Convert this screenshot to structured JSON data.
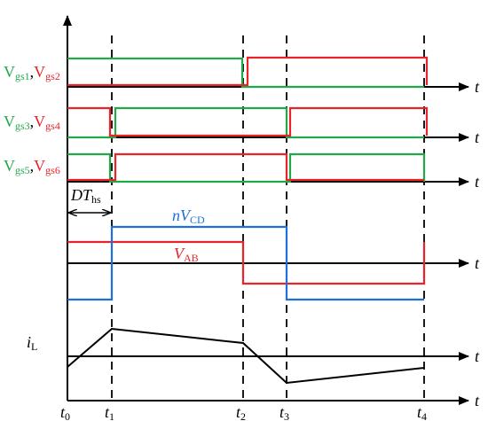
{
  "colors": {
    "axis": "#000000",
    "green": "#22a84a",
    "red": "#e8232a",
    "blue": "#1f6fd6"
  },
  "signals": {
    "gs12": {
      "a": "V",
      "a_sub": "gs1",
      "sep": ",",
      "b": "V",
      "b_sub": "gs2"
    },
    "gs34": {
      "a": "V",
      "a_sub": "gs3",
      "sep": ",",
      "b": "V",
      "b_sub": "gs4"
    },
    "gs56": {
      "a": "V",
      "a_sub": "gs5",
      "sep": ",",
      "b": "V",
      "b_sub": "gs6"
    }
  },
  "labels": {
    "t_axis": "t",
    "dt": "DT",
    "dt_sub": "hs",
    "nvcd_n": "nV",
    "nvcd_sub": "CD",
    "vab": "V",
    "vab_sub": "AB",
    "il": "i",
    "il_sub": "L"
  },
  "time_labels": [
    {
      "name": "t",
      "sub": "0"
    },
    {
      "name": "t",
      "sub": "1"
    },
    {
      "name": "t",
      "sub": "2"
    },
    {
      "name": "t",
      "sub": "3"
    },
    {
      "name": "t",
      "sub": "4"
    }
  ]
}
